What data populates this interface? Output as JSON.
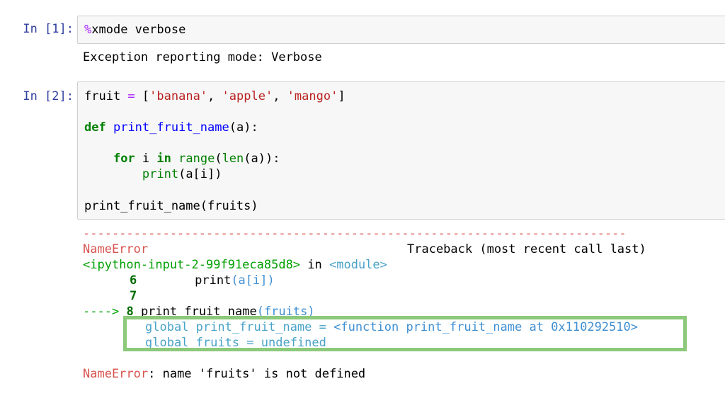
{
  "cell1": {
    "prompt": "In [1]:",
    "magic": "%",
    "code": "xmode verbose",
    "output": "Exception reporting mode: Verbose"
  },
  "cell2": {
    "prompt": "In [2]:",
    "code": {
      "l1_a": "fruit ",
      "l1_eq": "=",
      "l1_b": " [",
      "l1_s1": "'banana'",
      "l1_c1": ", ",
      "l1_s2": "'apple'",
      "l1_c2": ", ",
      "l1_s3": "'mango'",
      "l1_end": "]",
      "l2_def": "def",
      "l2_sp": " ",
      "l2_fn": "print_fruit_name",
      "l2_rest": "(a):",
      "l3_ind": "    ",
      "l3_for": "for",
      "l3_i": " i ",
      "l3_in": "in",
      "l3_sp": " ",
      "l3_range": "range",
      "l3_p": "(",
      "l3_len": "len",
      "l3_rest": "(a)):",
      "l4_ind": "        ",
      "l4_print": "print",
      "l4_rest": "(a[i])",
      "l5": "print_fruit_name(fruits)"
    }
  },
  "traceback": {
    "dashes": "---------------------------------------------------------------------------",
    "error_name": "NameError",
    "traceback_header": "Traceback (most recent call last)",
    "input_ref": "<ipython-input-2-99f91eca85d8>",
    "in_word": " in ",
    "module": "<module>",
    "line6_no": "6",
    "line6_code": "        print",
    "line6_args": "(a[i])",
    "line7_no": "7",
    "arrow": "---->",
    "line8_no": "8",
    "line8_code": "print_fruit_name",
    "line8_args": "(fruits)",
    "global1_prefix": "global print_fruit_name = ",
    "global1_value": "<function print_fruit_name at 0x110292510>",
    "global2": "global fruits = undefined",
    "final_error": "NameError",
    "final_message": ": name 'fruits' is not defined"
  },
  "colors": {
    "prompt": "#303f9f",
    "error_red": "#d9534f",
    "highlight_border": "#8cc97a"
  }
}
